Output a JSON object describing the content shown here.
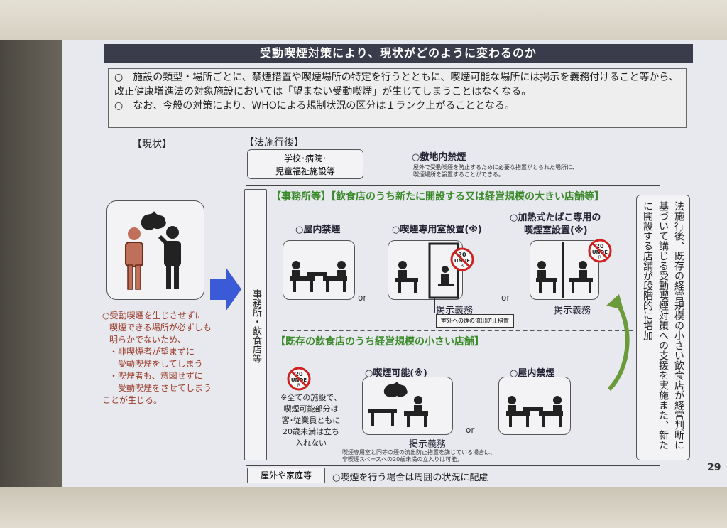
{
  "title": "受動喫煙対策により、現状がどのように変わるのか",
  "intro": {
    "line1": "○　施設の類型・場所ごとに、禁煙措置や喫煙場所の特定を行うとともに、喫煙可能な場所には掲示を義務付けること等から、改正健康増進法の対象施設においては「望まない受動喫煙」が生じてしまうことはなくなる。",
    "line2": "○　なお、今般の対策により、WHOによる規制状況の区分は１ランク上がることとなる。"
  },
  "current": {
    "header": "【現状】",
    "desc": [
      "○受動喫煙を生じさせずに",
      "喫煙できる場所が必ずしも",
      "明らかでないため、",
      "・非喫煙者が望まずに",
      "受動喫煙をしてしまう",
      "・喫煙者も、意図せずに",
      "受動喫煙をさせてしまう",
      "ことが生じる。"
    ]
  },
  "after": {
    "header": "【法施行後】",
    "school": {
      "label_line1": "学校･病院･",
      "label_line2": "児童福祉施設等",
      "title": "○敷地内禁煙",
      "note_line1": "屋外で受動喫煙を防止するために必要な措置がとられた場所に、",
      "note_line2": "喫煙場所を設置することができる。"
    },
    "offices_label": "事務所・飲食店等",
    "section1": {
      "title": "【事務所等】【飲食店のうち新たに開設する又は経営規模の大きい店舗等】",
      "opt1": "○屋内禁煙",
      "opt2": "○喫煙専用室設置(※)",
      "opt3_line1": "○加熱式たばこ専用の",
      "opt3_line2": "喫煙室設置(※)",
      "notice1": "掲示義務",
      "notice2": "掲示義務",
      "smoke_leak": "室外への煙の流出防止措置"
    },
    "section2": {
      "title": "【既存の飲食店のうち経営規模の小さい店舗】",
      "opt1": "○喫煙可能(※)",
      "opt2": "○屋内禁煙",
      "notice": "掲示義務",
      "note_all": [
        "※全ての施設で、",
        "喫煙可能部分は",
        "客･従業員ともに",
        "20歳未満は立ち",
        "入れない"
      ],
      "bottom_note1": "喫煙専用室と同等の煙の流出防止措置を講じている場合は、",
      "bottom_note2": "非喫煙スペースへの20歳未満の立入りは可能。"
    },
    "or": "or",
    "side_text": "法施行後、既存の経営規模の小さい飲食店が経営判断に基づいて講じる受動喫煙対策への支援を実施また、新たに開設する店舗が段階的に増加",
    "outdoor_label": "屋外や家庭等",
    "outdoor_text": "○喫煙を行う場合は周囲の状況に配慮"
  },
  "no_smoking_sign": {
    "line1": "20",
    "line2": "UNDE",
    "line3": "R"
  },
  "page_number": "29",
  "colors": {
    "title_bg": "#3a3c4c",
    "green": "#3a8a2a",
    "red": "#9a3a2a",
    "arrow": "#3a5ad8",
    "sign": "#d02020"
  }
}
